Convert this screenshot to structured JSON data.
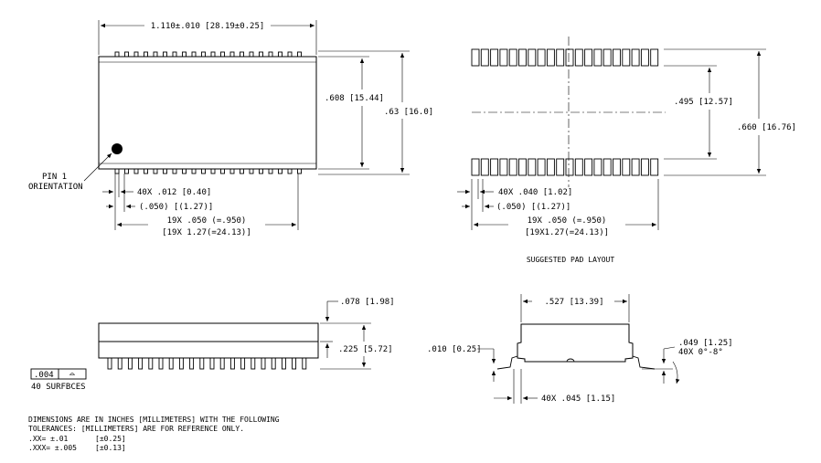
{
  "top_view": {
    "width_dim": "1.110±.010  [28.19±0.25]",
    "body_height_dim": ".608 [15.44]",
    "overall_height_dim": ".63 [16.0]",
    "pin1_label_line1": "PIN 1",
    "pin1_label_line2": "ORIENTATION",
    "lead_width_dim": "40X .012 [0.40]",
    "pitch_dim": "(.050) [(1.27)]",
    "span_dim_line1": "19X .050 (=.950)",
    "span_dim_line2": "[19X 1.27(=24.13)]"
  },
  "pad_layout": {
    "title": "SUGGESTED PAD LAYOUT",
    "inner_dim": ".495 [12.57]",
    "outer_dim": ".660 [16.76]",
    "pad_width_dim": "40X .040 [1.02]",
    "pitch_dim": "(.050) [(1.27)]",
    "span_dim_line1": "19X .050 (=.950)",
    "span_dim_line2": "[19X1.27(=24.13)]"
  },
  "side_view": {
    "standoff_dim": ".078 [1.98]",
    "height_dim": ".225 [5.72]",
    "coplanarity_value": ".004",
    "coplanarity_symbol": "⌓",
    "surfaces_label": "40  SURFBCES"
  },
  "end_view": {
    "width_dim": ".527 [13.39]",
    "lead_thk_dim": ".010 [0.25]",
    "foot_dim": ".049 [1.25]",
    "angle_dim": "40X 0°-8°",
    "foot_width_dim": "40X .045 [1.15]"
  },
  "notes": {
    "line1": "DIMENSIONS ARE IN INCHES [MILLIMETERS] WITH THE FOLLOWING",
    "line2": "TOLERANCES:   [MILLIMETERS] ARE FOR REFERENCE ONLY.",
    "line3a": ".XX=  ±.01",
    "line3b": "[±0.25]",
    "line4a": ".XXX= ±.005",
    "line4b": "[±0.13]"
  }
}
